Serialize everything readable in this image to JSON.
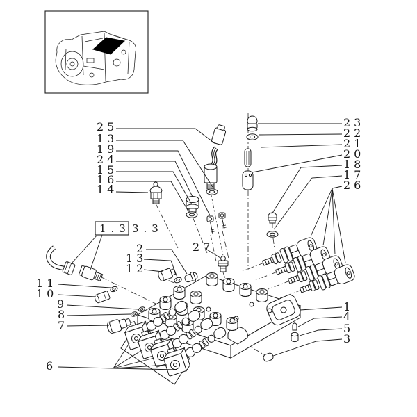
{
  "figure": {
    "type": "exploded-parts-diagram",
    "background": "#ffffff",
    "line_color": "#1c1c1c",
    "highlight_color": "#000000"
  },
  "reference": {
    "boxed": "1.3",
    "suffix": "3.3"
  },
  "callouts": {
    "left": [
      "25",
      "13",
      "19",
      "24",
      "15",
      "16",
      "14"
    ],
    "right": [
      "23",
      "22",
      "21",
      "20",
      "18",
      "17",
      "26"
    ],
    "middle": [
      "2",
      "13",
      "12",
      "27"
    ],
    "bottom_left": [
      "11",
      "10",
      "9",
      "8",
      "7",
      "6"
    ],
    "bottom_right": [
      "1",
      "4",
      "5",
      "3"
    ]
  }
}
